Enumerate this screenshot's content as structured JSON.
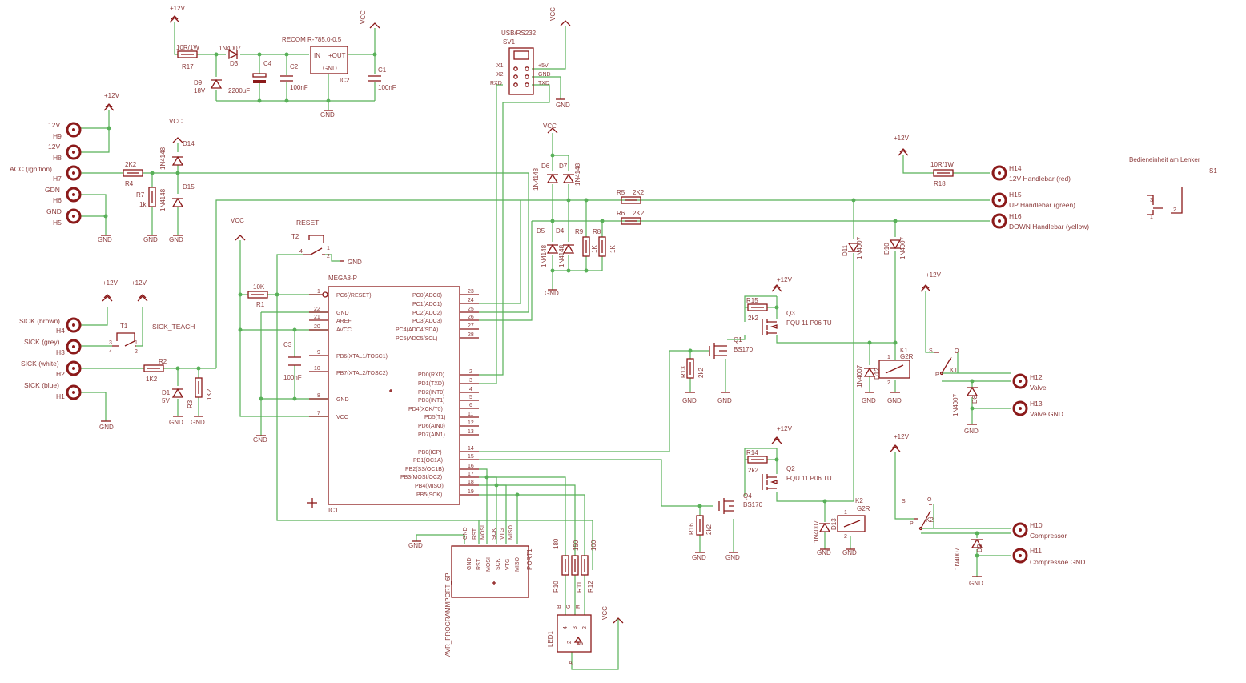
{
  "supply": {
    "p12v": "+12V",
    "vcc": "VCC",
    "gnd": "GND"
  },
  "connectors_left": [
    {
      "label": "12V",
      "ref": "H9"
    },
    {
      "label": "12V",
      "ref": "H8"
    },
    {
      "label": "ACC (ignition)",
      "ref": "H7"
    },
    {
      "label": "GDN",
      "ref": "H6"
    },
    {
      "label": "GND",
      "ref": "H5"
    },
    {
      "label": "SICK (brown)",
      "ref": "H4"
    },
    {
      "label": "SICK (grey)",
      "ref": "H3"
    },
    {
      "label": "SICK (white)",
      "ref": "H2"
    },
    {
      "label": "SICK (blue)",
      "ref": "H1"
    }
  ],
  "connectors_right": [
    {
      "ref": "H14",
      "label": "12V Handlebar (red)"
    },
    {
      "ref": "H15",
      "label": "UP Handlebar (green)"
    },
    {
      "ref": "H16",
      "label": "DOWN Handlebar (yellow)"
    },
    {
      "ref": "H12",
      "label": "Valve"
    },
    {
      "ref": "H13",
      "label": "Valve GND"
    },
    {
      "ref": "H10",
      "label": "Compressor"
    },
    {
      "ref": "H11",
      "label": "Compressoe GND"
    }
  ],
  "regulator": {
    "r17": "R17",
    "r17_val": "10R/1W",
    "d3": "D3",
    "d3_val": "1N4007",
    "d9": "D9",
    "d9_val": "18V",
    "c4": "C4",
    "c4_val": "2200uF",
    "c2": "C2",
    "c2_val": "100nF",
    "ic2": "IC2",
    "ic2_val": "RECOM R-785.0-0.5",
    "ic2_in": "IN",
    "ic2_out": "+OUT",
    "ic2_gnd": "GND",
    "c1": "C1",
    "c1_val": "100nF"
  },
  "usb": {
    "title": "USB/RS232",
    "ref": "SV1",
    "pins_left": [
      "X1",
      "X2",
      "RXD"
    ],
    "pins_right": [
      "+5V",
      "GND",
      "TXD"
    ]
  },
  "input_section": {
    "r4": "R4",
    "r4_val": "2K2",
    "r7": "R7",
    "r7_val": "1k",
    "d14": "D14",
    "d14_val": "1N4148",
    "d15": "D15",
    "d15_val": "1N4148",
    "t1": "T1",
    "t1_name": "SICK_TEACH",
    "r2": "R2",
    "r2_val": "1K2",
    "d1": "D1",
    "d1_val": "5V",
    "r3": "R3",
    "r3_val": "1K2",
    "t2": "T2",
    "t2_name": "RESET",
    "r1": "R1",
    "r1_val": "10K",
    "c3": "C3",
    "c3_val": "100nF"
  },
  "mcu": {
    "ref": "IC1",
    "name": "MEGA8-P",
    "left_pins": [
      {
        "num": "1",
        "name": "PC6(/RESET)"
      },
      {
        "num": "22",
        "name": "GND"
      },
      {
        "num": "21",
        "name": "AREF"
      },
      {
        "num": "20",
        "name": "AVCC"
      },
      {
        "num": "9",
        "name": "PB6(XTAL1/TOSC1)"
      },
      {
        "num": "10",
        "name": "PB7(XTAL2/TOSC2)"
      },
      {
        "num": "8",
        "name": "GND"
      },
      {
        "num": "7",
        "name": "VCC"
      }
    ],
    "right_pins": [
      {
        "num": "23",
        "name": "PC0(ADC0)"
      },
      {
        "num": "24",
        "name": "PC1(ADC1)"
      },
      {
        "num": "25",
        "name": "PC2(ADC2)"
      },
      {
        "num": "26",
        "name": "PC3(ADC3)"
      },
      {
        "num": "27",
        "name": "PC4(ADC4/SDA)"
      },
      {
        "num": "28",
        "name": "PC5(ADC5/SCL)"
      },
      {
        "num": "2",
        "name": "PD0(RXD)"
      },
      {
        "num": "3",
        "name": "PD1(TXD)"
      },
      {
        "num": "4",
        "name": "PD2(INT0)"
      },
      {
        "num": "5",
        "name": "PD3(INT1)"
      },
      {
        "num": "6",
        "name": "PD4(XCK/T0)"
      },
      {
        "num": "11",
        "name": "PD5(T1)"
      },
      {
        "num": "12",
        "name": "PD6(AIN0)"
      },
      {
        "num": "13",
        "name": "PD7(AIN1)"
      },
      {
        "num": "14",
        "name": "PB0(ICP)"
      },
      {
        "num": "15",
        "name": "PB1(OC1A)"
      },
      {
        "num": "16",
        "name": "PB2(SS/OC1B)"
      },
      {
        "num": "17",
        "name": "PB3(MOSI/OC2)"
      },
      {
        "num": "18",
        "name": "PB4(MISO)"
      },
      {
        "num": "19",
        "name": "PB5(SCK)"
      }
    ]
  },
  "handlebar": {
    "d6": "D6",
    "d7": "D7",
    "d5": "D5",
    "d4": "D4",
    "diode_val": "1N4148",
    "r9": "R9",
    "r8": "R8",
    "r98_val": "1K",
    "r5": "R5",
    "r6": "R6",
    "r56_val": "2K2",
    "r18": "R18",
    "r18_val": "10R/1W",
    "s1_title": "Bedieneinheit am Lenker",
    "s1": "S1",
    "s1_pins": [
      "3",
      "1",
      "2"
    ]
  },
  "drivers": {
    "q3": "Q3",
    "q3_val": "FQU 11 P06 TU",
    "q2": "Q2",
    "q2_val": "FQU 11 P06 TU",
    "q1": "Q1",
    "q1_val": "BS170",
    "q4": "Q4",
    "q4_val": "BS170",
    "r15": "R15",
    "r14": "R14",
    "r13": "R13",
    "r16": "R16",
    "r_val": "2k2",
    "d11": "D11",
    "d10": "D10",
    "d12": "D12",
    "d13": "D13",
    "d8": "D8",
    "d2": "D2",
    "diode_val": "1N4007",
    "k1": "K1",
    "k2": "K2",
    "relay_val": "G2R",
    "relay_pins": [
      "1",
      "2",
      "S",
      "P",
      "O"
    ]
  },
  "prog": {
    "ref": "PORT1",
    "name": "AVR_PROGRAMMPORT_6P",
    "pins": [
      "GND",
      "RST",
      "MOSI",
      "SCK",
      "VTG",
      "MISO"
    ]
  },
  "led": {
    "ref": "LED1",
    "r10": "R10",
    "r10_val": "180",
    "r11": "R11",
    "r11_val": "150",
    "r12": "R12",
    "r12_val": "100",
    "colors": [
      "B",
      "G",
      "R"
    ],
    "pins": [
      "4",
      "3",
      "2",
      "1"
    ],
    "anode": "A"
  }
}
